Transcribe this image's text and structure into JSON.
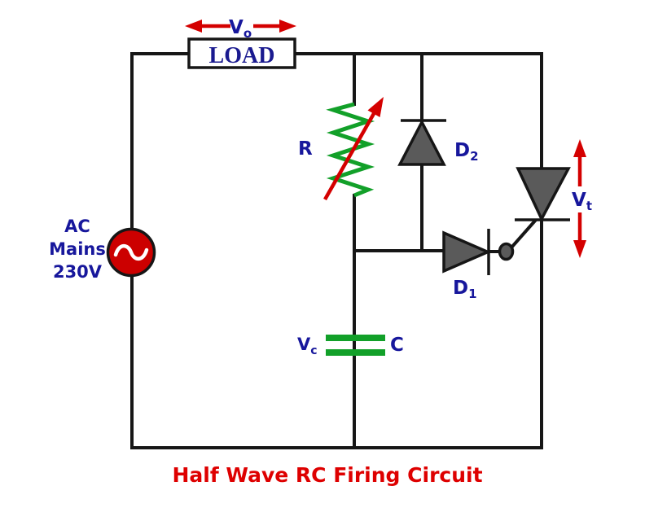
{
  "diagram": {
    "title": "Half Wave RC Firing Circuit",
    "load_label": "LOAD",
    "output_voltage": {
      "base": "V",
      "sub": "o"
    },
    "ac_source": {
      "line1": "AC",
      "line2": "Mains",
      "line3": "230V"
    },
    "resistor_label": "R",
    "diode2_label": {
      "base": "D",
      "sub": "2"
    },
    "diode1_label": {
      "base": "D",
      "sub": "1"
    },
    "thyristor_voltage": {
      "base": "V",
      "sub": "t"
    },
    "capacitor_voltage": {
      "base": "V",
      "sub": "c"
    },
    "capacitor_label": "C"
  },
  "colors": {
    "wire": "#161616",
    "label_blue": "#17179C",
    "accent_red": "#D40000",
    "title_red": "#DE0000",
    "component_green": "#12A029",
    "component_gray": "#5A5A5A",
    "source_red": "#CC0000",
    "background": "#FFFFFF"
  }
}
